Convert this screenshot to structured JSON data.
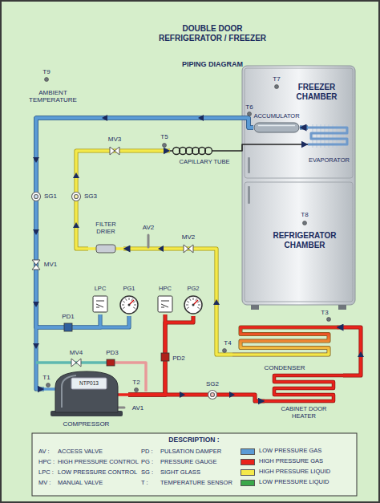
{
  "diagram": {
    "title": "DOUBLE DOOR REFRIGERATOR / FREEZER",
    "nodes": [
      {
        "text": [
          "FREEZER CHAMBER"
        ]
      },
      {
        "text": [
          "ACCUMULATOR"
        ],
        "in": 0
      },
      {
        "text": [
          "EVAPORATOR"
        ],
        "in": 0
      },
      {
        "text": [
          "REFRIGERATOR CHAMBER"
        ]
      },
      {
        "text": [
          "CAPILLARY TUBE"
        ]
      },
      {
        "text": [
          "FILTER DRIER"
        ]
      },
      {
        "text": [
          "LPC"
        ]
      },
      {
        "text": [
          "PG1"
        ]
      },
      {
        "text": [
          "HPC"
        ]
      },
      {
        "text": [
          "PG2"
        ]
      },
      {
        "text": [
          "CONDENSER"
        ]
      },
      {
        "text": [
          "NTP013",
          "COMPRESSOR"
        ]
      },
      {
        "text": [
          "CABINET DOOR HEATER"
        ]
      }
    ],
    "edges": [
      {
        "from": 11,
        "to": 12,
        "arrow": "to"
      },
      {
        "from": 12,
        "to": 10,
        "arrow": "to"
      },
      {
        "from": 10,
        "to": 5,
        "arrow": "to"
      },
      {
        "from": 5,
        "to": 4,
        "arrow": "to"
      },
      {
        "from": 4,
        "to": 2,
        "arrow": "to"
      },
      {
        "from": 2,
        "to": 1,
        "arrow": "to"
      },
      {
        "from": 1,
        "to": 11,
        "arrow": "to"
      },
      {
        "from": 1,
        "to": 6,
        "arrow": "none"
      },
      {
        "from": 1,
        "to": 7,
        "arrow": "none"
      },
      {
        "from": 11,
        "to": 8,
        "arrow": "none"
      },
      {
        "from": 11,
        "to": 9,
        "arrow": "none"
      }
    ],
    "labels": [
      "PIPING DIAGRAM",
      "T9",
      "AMBIENT TEMPERATURE",
      "T7",
      "T6",
      "T5",
      "MV3",
      "SG1",
      "SG3",
      "MV1",
      "AV2",
      "MV2",
      "T8",
      "PD1",
      "T3",
      "T4",
      "MV4",
      "PD3",
      "PD2",
      "T1",
      "T2",
      "AV1",
      "SG2",
      "DESCRIPTION :",
      "AV :",
      "ACCESS VALVE",
      "HPC :",
      "HIGH PRESSURE CONTROL",
      "LPC :",
      "LOW PRESSURE CONTROL",
      "MV :",
      "MANUAL VALVE",
      "PD :",
      "PULSATION DAMPER",
      "PG :",
      "PRESSURE GAUGE",
      "SG :",
      "SIGHT GLASS",
      "T :",
      "TEMPERATURE SENSOR"
    ],
    "legend": [
      {
        "text": "LOW PRESSURE GAS",
        "color": "#5b9bd5"
      },
      {
        "text": "HIGH PRESSURE GAS",
        "color": "#e8231c"
      },
      {
        "text": "HIGH PRESSURE LIQUID",
        "color": "#f4e94a"
      },
      {
        "text": "LOW PRESSURE LIQUID",
        "color": "#3aa84a"
      }
    ]
  }
}
